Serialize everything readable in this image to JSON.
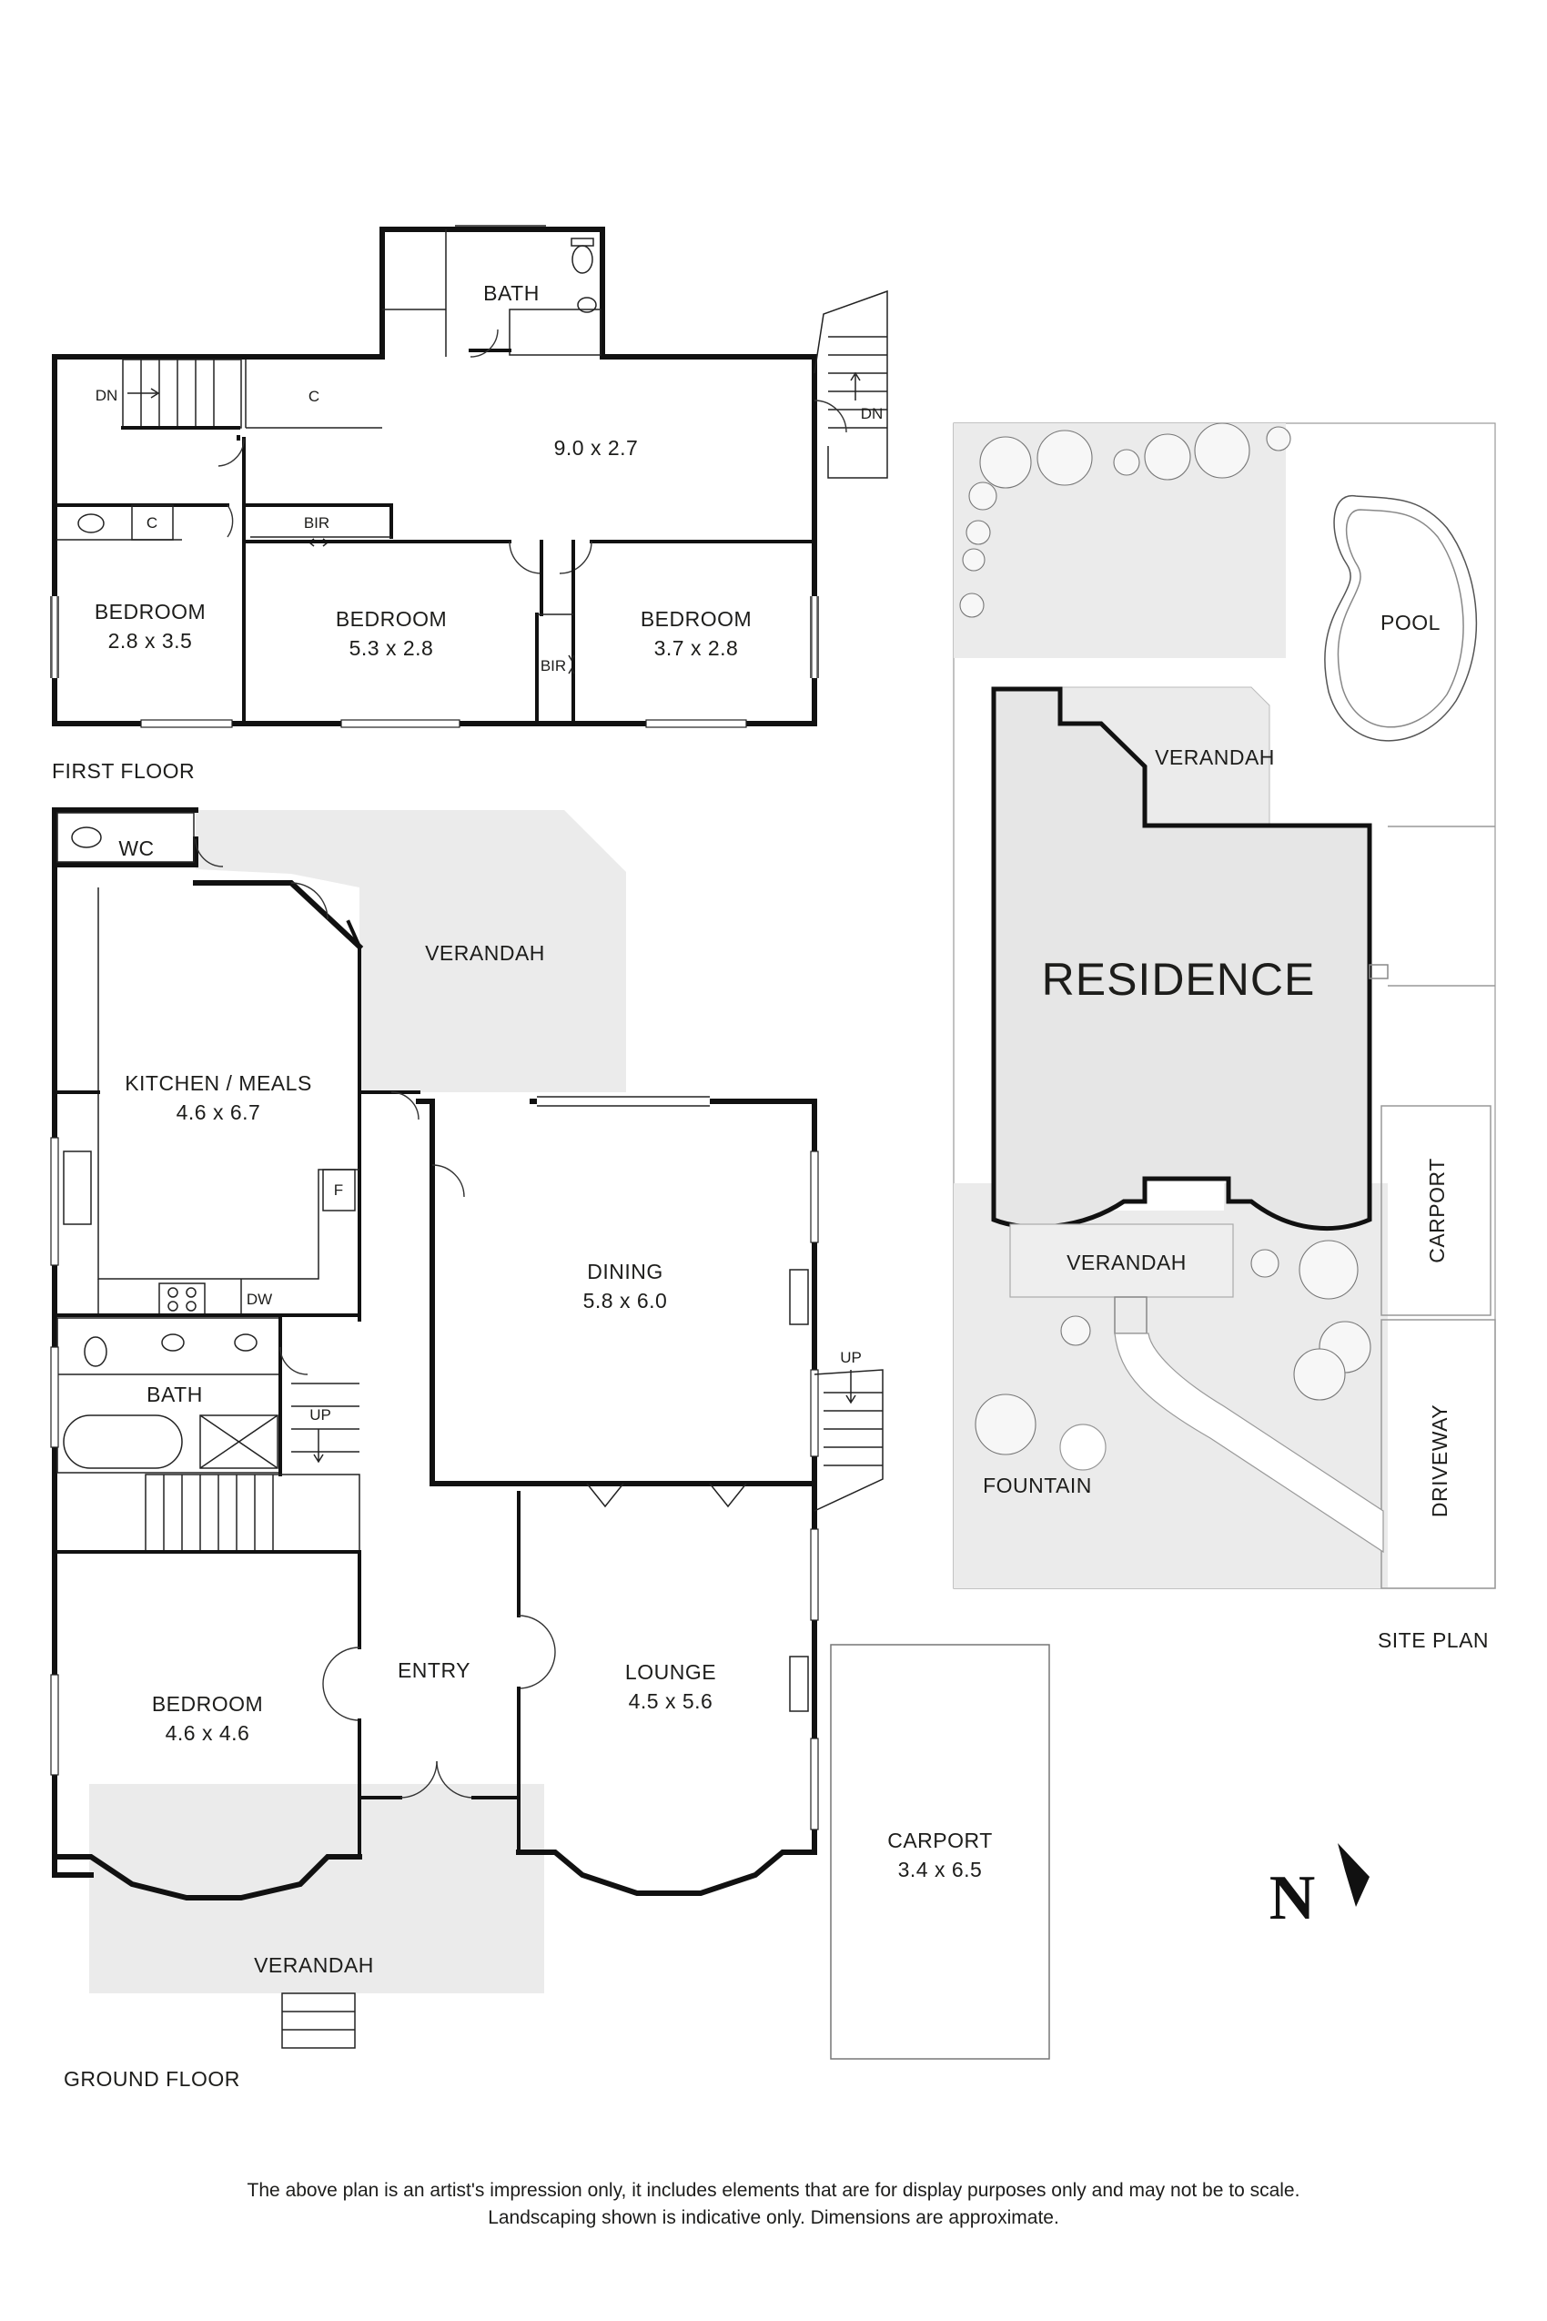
{
  "first_floor": {
    "label": "FIRST FLOOR",
    "rooms": {
      "bath": "BATH",
      "landing_dim": "9.0 x 2.7",
      "cupboard_1": "C",
      "cupboard_2": "C",
      "bir_1": "BIR",
      "bir_2": "BIR",
      "stairs_down": "DN",
      "ext_stairs_down": "DN",
      "bedroom_a_name": "BEDROOM",
      "bedroom_a_dim": "2.8 x 3.5",
      "bedroom_b_name": "BEDROOM",
      "bedroom_b_dim": "5.3 x 2.8",
      "bedroom_c_name": "BEDROOM",
      "bedroom_c_dim": "3.7 x 2.8"
    }
  },
  "ground_floor": {
    "label": "GROUND FLOOR",
    "rooms": {
      "wc": "WC",
      "verandah_rear": "VERANDAH",
      "kitchen_name": "KITCHEN / MEALS",
      "kitchen_dim": "4.6 x 6.7",
      "fridge": "F",
      "dishwasher": "DW",
      "bath": "BATH",
      "stairs_up": "UP",
      "ext_stairs_up": "UP",
      "dining_name": "DINING",
      "dining_dim": "5.8 x 6.0",
      "entry": "ENTRY",
      "lounge_name": "LOUNGE",
      "lounge_dim": "4.5 x 5.6",
      "bedroom_name": "BEDROOM",
      "bedroom_dim": "4.6 x 4.6",
      "verandah_front": "VERANDAH",
      "carport_name": "CARPORT",
      "carport_dim": "3.4 x 6.5"
    }
  },
  "site_plan": {
    "label": "SITE PLAN",
    "residence": "RESIDENCE",
    "pool": "POOL",
    "verandah_rear": "VERANDAH",
    "verandah_front": "VERANDAH",
    "fountain": "FOUNTAIN",
    "carport": "CARPORT",
    "driveway": "DRIVEWAY"
  },
  "north_arrow": {
    "label": "N",
    "icon": "north-arrow-icon"
  },
  "disclaimer": {
    "line1": "The above plan is an artist's impression only, it includes elements that are for display purposes only and may not be to scale.",
    "line2": "Landscaping shown is indicative only. Dimensions are approximate."
  }
}
